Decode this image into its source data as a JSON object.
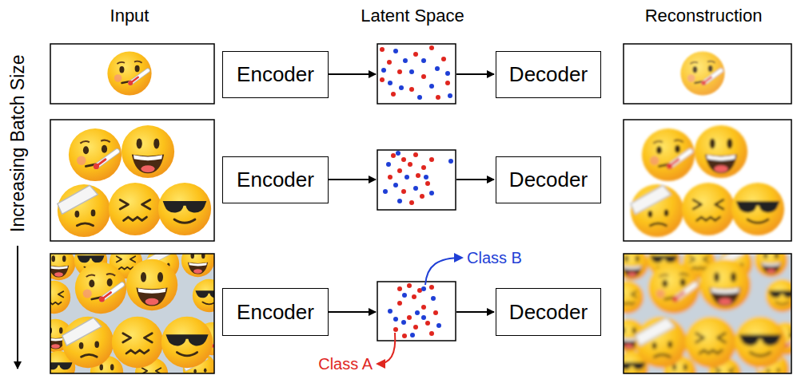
{
  "diagram": {
    "nodes": [
      {
        "text": [
          "Encoder"
        ]
      },
      {
        "text": [
          "Decoder"
        ]
      },
      {
        "text": [
          "Encoder"
        ]
      },
      {
        "text": [
          "Decoder"
        ]
      },
      {
        "text": [
          "Encoder"
        ]
      },
      {
        "text": [
          "Decoder"
        ]
      }
    ],
    "labels": [
      "Input",
      "Latent Space",
      "Reconstruction",
      "Increasing Batch Size",
      "Class B",
      "Class A"
    ]
  }
}
